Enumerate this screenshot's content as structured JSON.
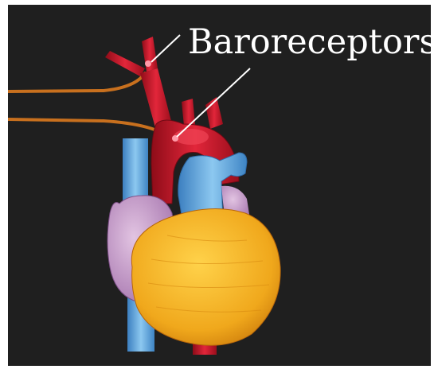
{
  "diagram": {
    "label": "Baroreceptors",
    "colors": {
      "background": "#1f1f1f",
      "artery": "#c8182a",
      "vein": "#5aa6e0",
      "ventricle": "#f0a81c",
      "atrium": "#c89cc8",
      "nerve": "#c8701e",
      "receptor": "#ff9aa8",
      "label": "#ffffff"
    },
    "icons": [
      "heart-illustration",
      "nerve-fibers",
      "receptor-dots",
      "pointer-lines"
    ]
  }
}
